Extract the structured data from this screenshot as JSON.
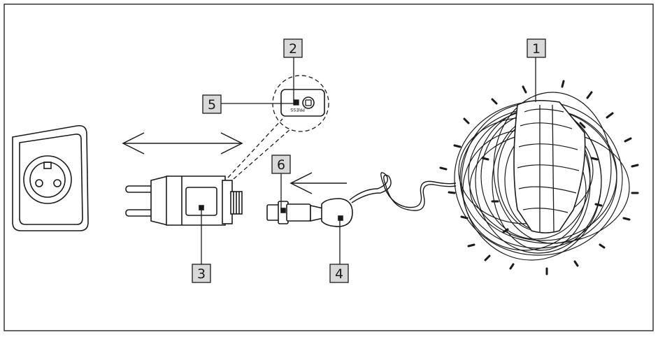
{
  "callouts": {
    "c1": "1",
    "c2": "2",
    "c3": "3",
    "c4": "4",
    "c5": "5",
    "c6": "6"
  },
  "detail": {
    "press_label": "PRESS"
  },
  "colors": {
    "line": "#1a1a1a",
    "label_fill": "#d9d9d9",
    "frame": "#333333"
  }
}
